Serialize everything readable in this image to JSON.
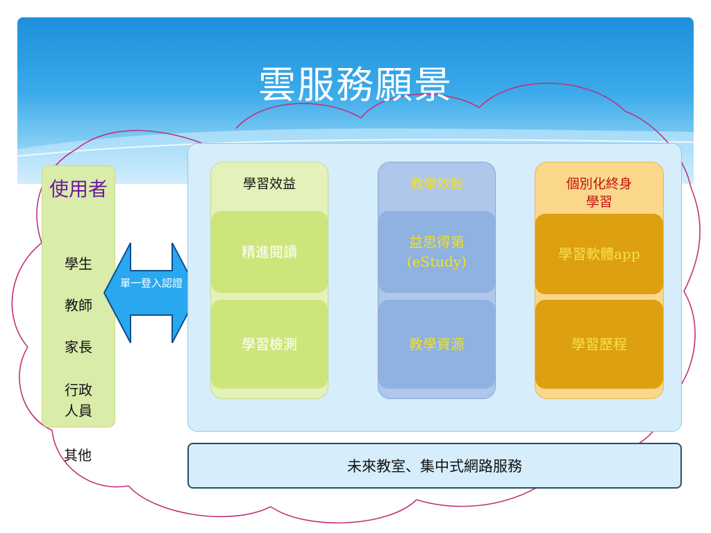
{
  "title": "雲服務願景",
  "users": {
    "title": "使用者",
    "items": [
      "學生",
      "教師",
      "家長",
      "行政人員"
    ],
    "other": "其他"
  },
  "arrow": {
    "label": "單一登入認證"
  },
  "columns": [
    {
      "title": "學習效益",
      "cards": [
        "精進閱讀",
        "學習檢測"
      ]
    },
    {
      "title": "教學效能",
      "cards": [
        "益思得第(eStudy)",
        "教學資源"
      ]
    },
    {
      "title": "個別化終身學習",
      "cards": [
        "學習軟體app",
        "學習歷程"
      ]
    }
  ],
  "bottom": {
    "label": "未來教室、集中式網路服務"
  },
  "colors": {
    "header_blue": "#1e8fdc",
    "cloud_outline": "#c0307a",
    "panel_fill": "#d6edfb",
    "green_card": "#cde67c",
    "blue_card": "#8fb2e0",
    "orange_card": "#dca010",
    "arrow_fill": "#29a8f0"
  }
}
